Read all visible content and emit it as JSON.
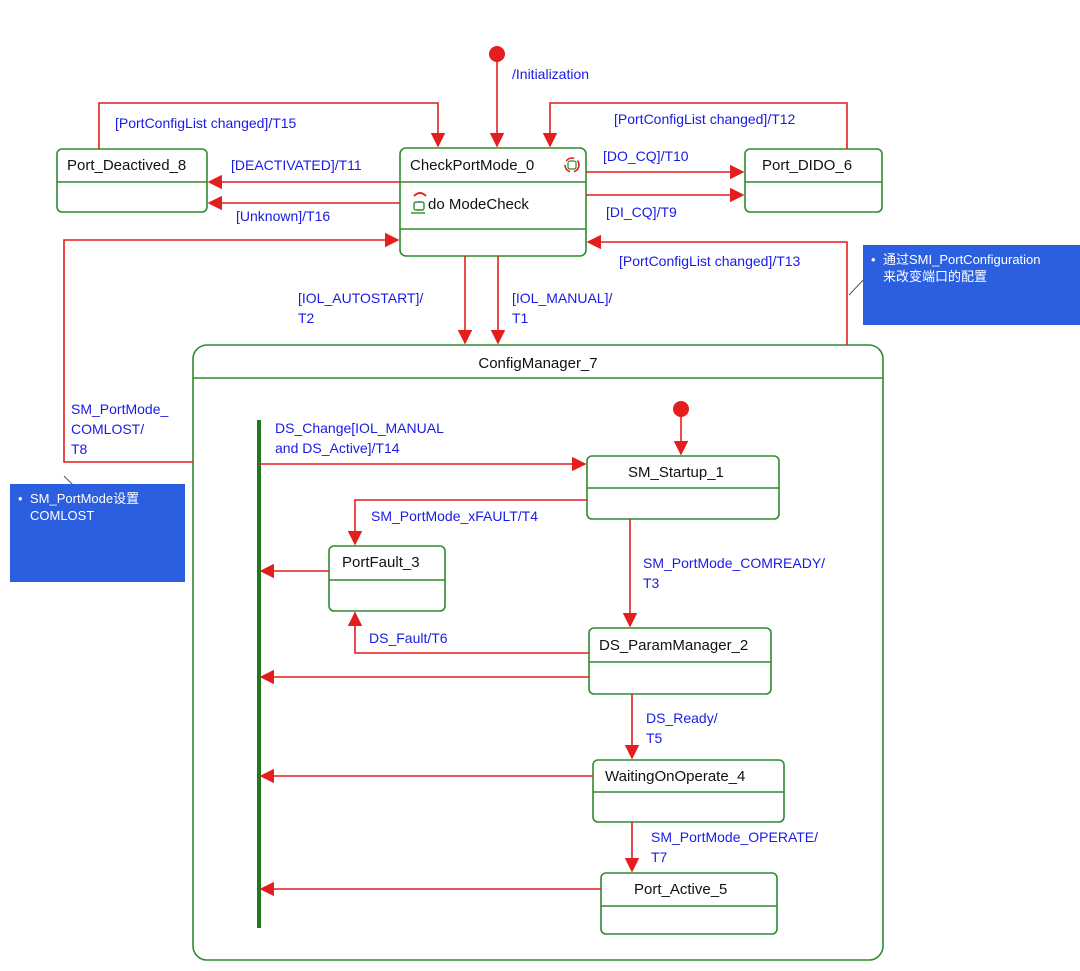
{
  "initial": {
    "label": "/Initialization"
  },
  "states": {
    "check": {
      "name": "CheckPortMode_0",
      "activity": "do ModeCheck"
    },
    "deactived": {
      "name": "Port_Deactived_8"
    },
    "dido": {
      "name": "Port_DIDO_6"
    },
    "config": {
      "name": "ConfigManager_7"
    },
    "startup": {
      "name": "SM_Startup_1"
    },
    "portfault": {
      "name": "PortFault_3"
    },
    "paramManager": {
      "name": "DS_ParamManager_2"
    },
    "waiting": {
      "name": "WaitingOnOperate_4"
    },
    "active": {
      "name": "Port_Active_5"
    }
  },
  "transitions": {
    "t15": "[PortConfigList changed]/T15",
    "t12": "[PortConfigList changed]/T12",
    "t11": "[DEACTIVATED]/T11",
    "t16": "[Unknown]/T16",
    "t10": "[DO_CQ]/T10",
    "t9": "[DI_CQ]/T9",
    "t13": "[PortConfigList changed]/T13",
    "t2": [
      "[IOL_AUTOSTART]/",
      "T2"
    ],
    "t1": [
      "[IOL_MANUAL]/",
      "T1"
    ],
    "t8": [
      "SM_PortMode_",
      "COMLOST/",
      "T8"
    ],
    "t14": [
      "DS_Change[IOL_MANUAL",
      "and DS_Active]/T14"
    ],
    "t4": "SM_PortMode_xFAULT/T4",
    "t3": [
      "SM_PortMode_COMREADY/",
      "T3"
    ],
    "t6": "DS_Fault/T6",
    "t5": [
      "DS_Ready/",
      "T5"
    ],
    "t7": [
      "SM_PortMode_OPERATE/",
      "T7"
    ]
  },
  "notes": {
    "right": {
      "bullet": "•",
      "lines": [
        "通过SMI_PortConfiguration",
        "来改变端口的配置"
      ]
    },
    "left": {
      "bullet": "•",
      "lines": [
        "SM_PortMode设置",
        "COMLOST"
      ]
    }
  },
  "colors": {
    "arrow": "#e41e1e",
    "stateBorder": "#2e8b2e",
    "label": "#1a1ae6",
    "note": "#2b5fe0"
  }
}
